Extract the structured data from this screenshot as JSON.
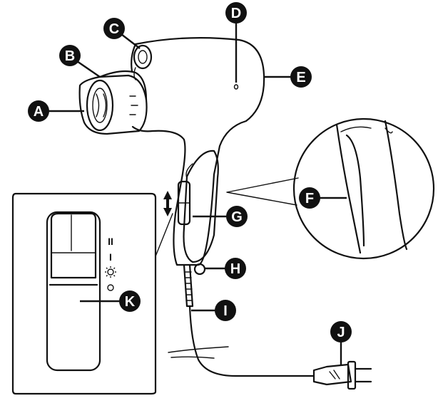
{
  "callouts": [
    {
      "id": "A",
      "letter": "A"
    },
    {
      "id": "B",
      "letter": "B"
    },
    {
      "id": "C",
      "letter": "C"
    },
    {
      "id": "D",
      "letter": "D"
    },
    {
      "id": "E",
      "letter": "E"
    },
    {
      "id": "F",
      "letter": "F"
    },
    {
      "id": "G",
      "letter": "G"
    },
    {
      "id": "H",
      "letter": "H"
    },
    {
      "id": "I",
      "letter": "I"
    },
    {
      "id": "J",
      "letter": "J"
    },
    {
      "id": "K",
      "letter": "K"
    }
  ],
  "switch_modes": {
    "high": "II",
    "low": "I",
    "cool_icon": "sun-icon",
    "off": "O"
  }
}
